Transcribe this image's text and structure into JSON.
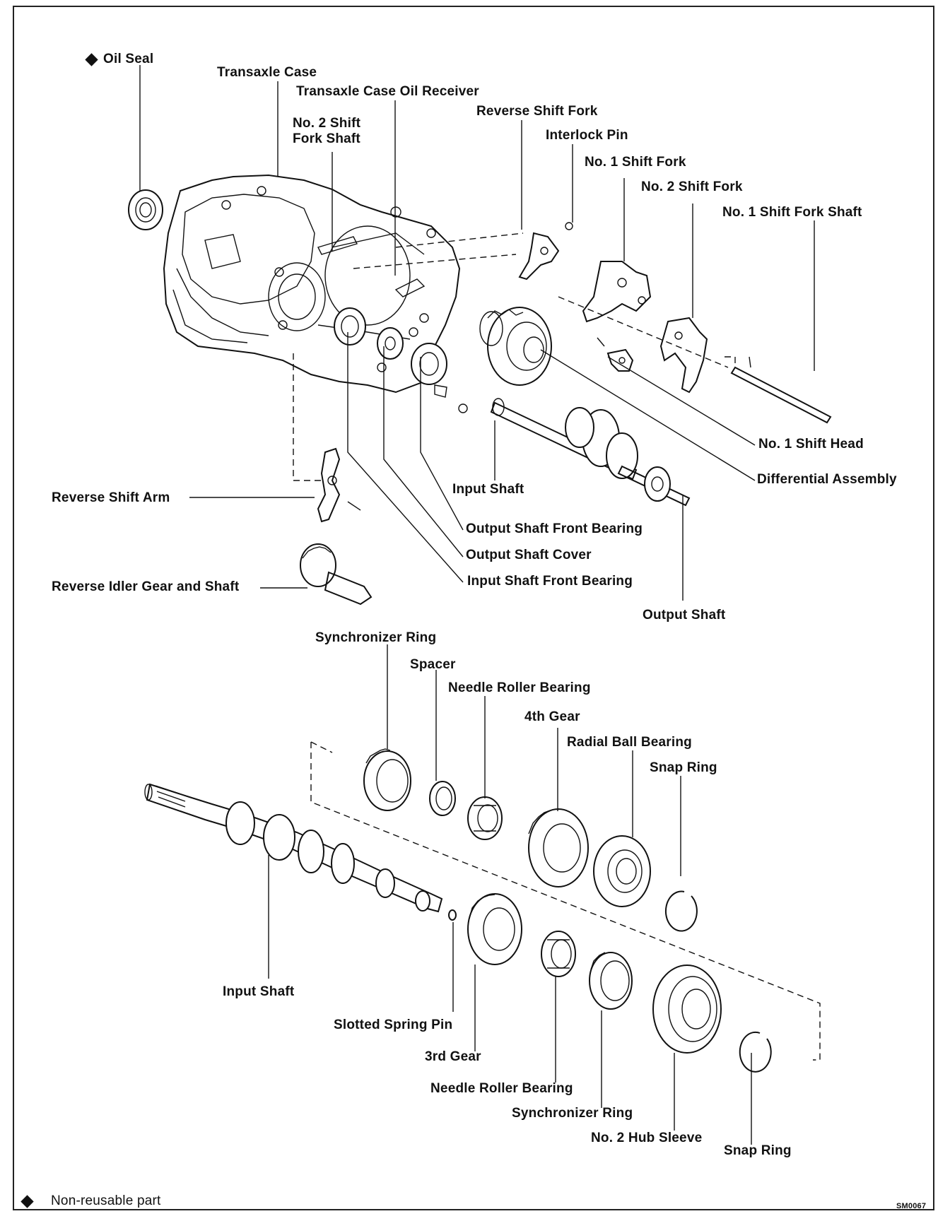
{
  "labels": {
    "oil_seal": "Oil Seal",
    "transaxle_case": "Transaxle Case",
    "case_oil_receiver": "Transaxle Case Oil Receiver",
    "no2_shift_fork_shaft": "No. 2 Shift\nFork Shaft",
    "reverse_shift_fork": "Reverse Shift Fork",
    "interlock_pin": "Interlock Pin",
    "no1_shift_fork": "No. 1 Shift Fork",
    "no2_shift_fork": "No. 2 Shift Fork",
    "no1_shift_fork_shaft": "No. 1 Shift Fork Shaft",
    "no1_shift_head": "No. 1 Shift Head",
    "differential_assembly": "Differential Assembly",
    "input_shaft_top": "Input Shaft",
    "reverse_shift_arm": "Reverse Shift Arm",
    "output_shaft_front_bearing": "Output Shaft Front Bearing",
    "output_shaft_cover": "Output Shaft Cover",
    "input_shaft_front_bearing": "Input Shaft Front Bearing",
    "reverse_idler_gear": "Reverse Idler Gear and Shaft",
    "output_shaft": "Output Shaft",
    "synchronizer_ring_top": "Synchronizer Ring",
    "spacer": "Spacer",
    "needle_roller_bearing_top": "Needle Roller Bearing",
    "fourth_gear": "4th Gear",
    "radial_ball_bearing": "Radial Ball Bearing",
    "snap_ring_top": "Snap Ring",
    "input_shaft_bottom": "Input Shaft",
    "slotted_spring_pin": "Slotted Spring Pin",
    "third_gear": "3rd Gear",
    "needle_roller_bearing_bottom": "Needle Roller Bearing",
    "synchronizer_ring_bottom": "Synchronizer Ring",
    "no2_hub_sleeve": "No. 2 Hub Sleeve",
    "snap_ring_bottom": "Snap Ring"
  },
  "legend": {
    "text": "Non-reusable part",
    "symbol": "diamond"
  },
  "figure_code": "SM0067",
  "non_reusable_marker": "diamond"
}
